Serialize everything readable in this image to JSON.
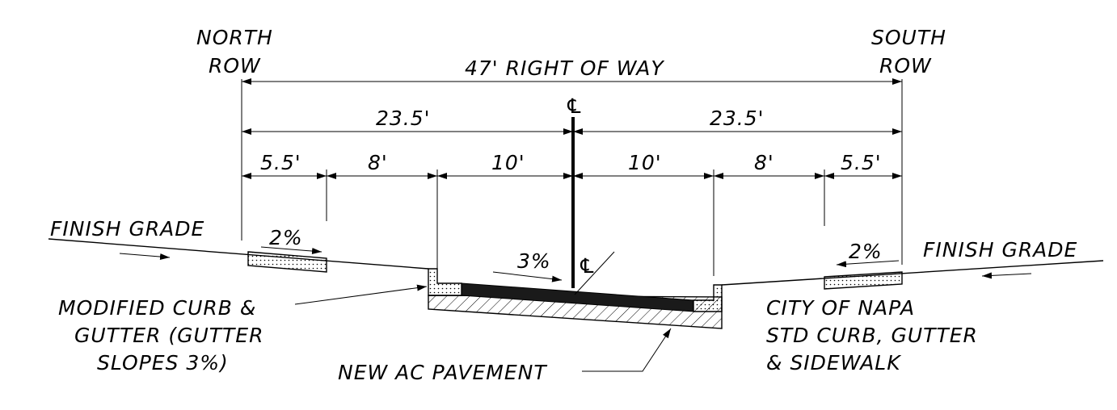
{
  "labels": {
    "north_row": [
      "NORTH",
      "ROW"
    ],
    "south_row": [
      "SOUTH",
      "ROW"
    ],
    "right_of_way": "47' RIGHT OF WAY",
    "half_left": "23.5'",
    "half_right": "23.5'",
    "centerline_symbol": "℄",
    "seg_left_1": "5.5'",
    "seg_left_2": "8'",
    "seg_left_3": "10'",
    "seg_right_1": "10'",
    "seg_right_2": "8'",
    "seg_right_3": "5.5'",
    "finish_grade_left": "FINISH GRADE",
    "finish_grade_right": "FINISH GRADE",
    "slope_left": "2%",
    "slope_right": "2%",
    "slope_road": "3%",
    "curb_left": [
      "MODIFIED CURB &",
      "GUTTER (GUTTER",
      "SLOPES 3%)"
    ],
    "curb_right": [
      "CITY OF NAPA",
      "STD CURB, GUTTER",
      "& SIDEWALK"
    ],
    "pavement": "NEW AC PAVEMENT"
  }
}
